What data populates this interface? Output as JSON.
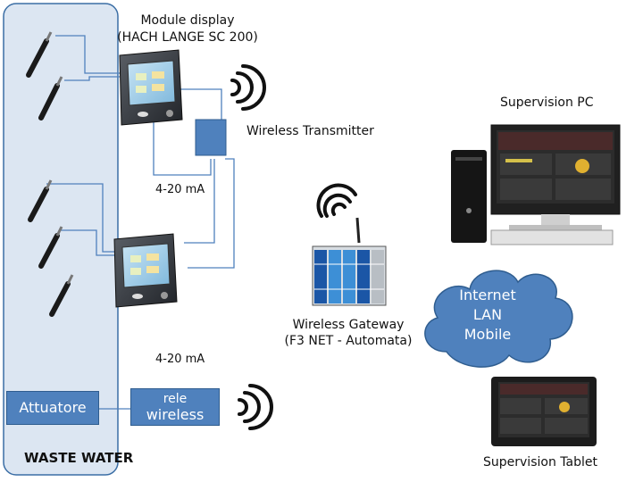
{
  "labels": {
    "module_display_line1": "Module display",
    "module_display_line2": "(HACH LANGE SC 200)",
    "wireless_transmitter": "Wireless Transmitter",
    "ma_top": "4-20 mA",
    "ma_bottom": "4-20 mA",
    "gateway_line1": "Wireless Gateway",
    "gateway_line2": "(F3 NET - Automata)",
    "supervision_pc": "Supervision PC",
    "supervision_tablet": "Supervision Tablet",
    "waste_water": "WASTE WATER"
  },
  "boxes": {
    "attuatore": "Attuatore",
    "rele_line1": "rele",
    "rele_line2": "wireless"
  },
  "cloud": {
    "line1": "Internet",
    "line2": "LAN",
    "line3": "Mobile"
  },
  "colors": {
    "box_fill": "#4f81bd",
    "tank_fill": "#dce6f2",
    "line": "#4f81bd",
    "cloud_fill": "#4f81bd"
  }
}
